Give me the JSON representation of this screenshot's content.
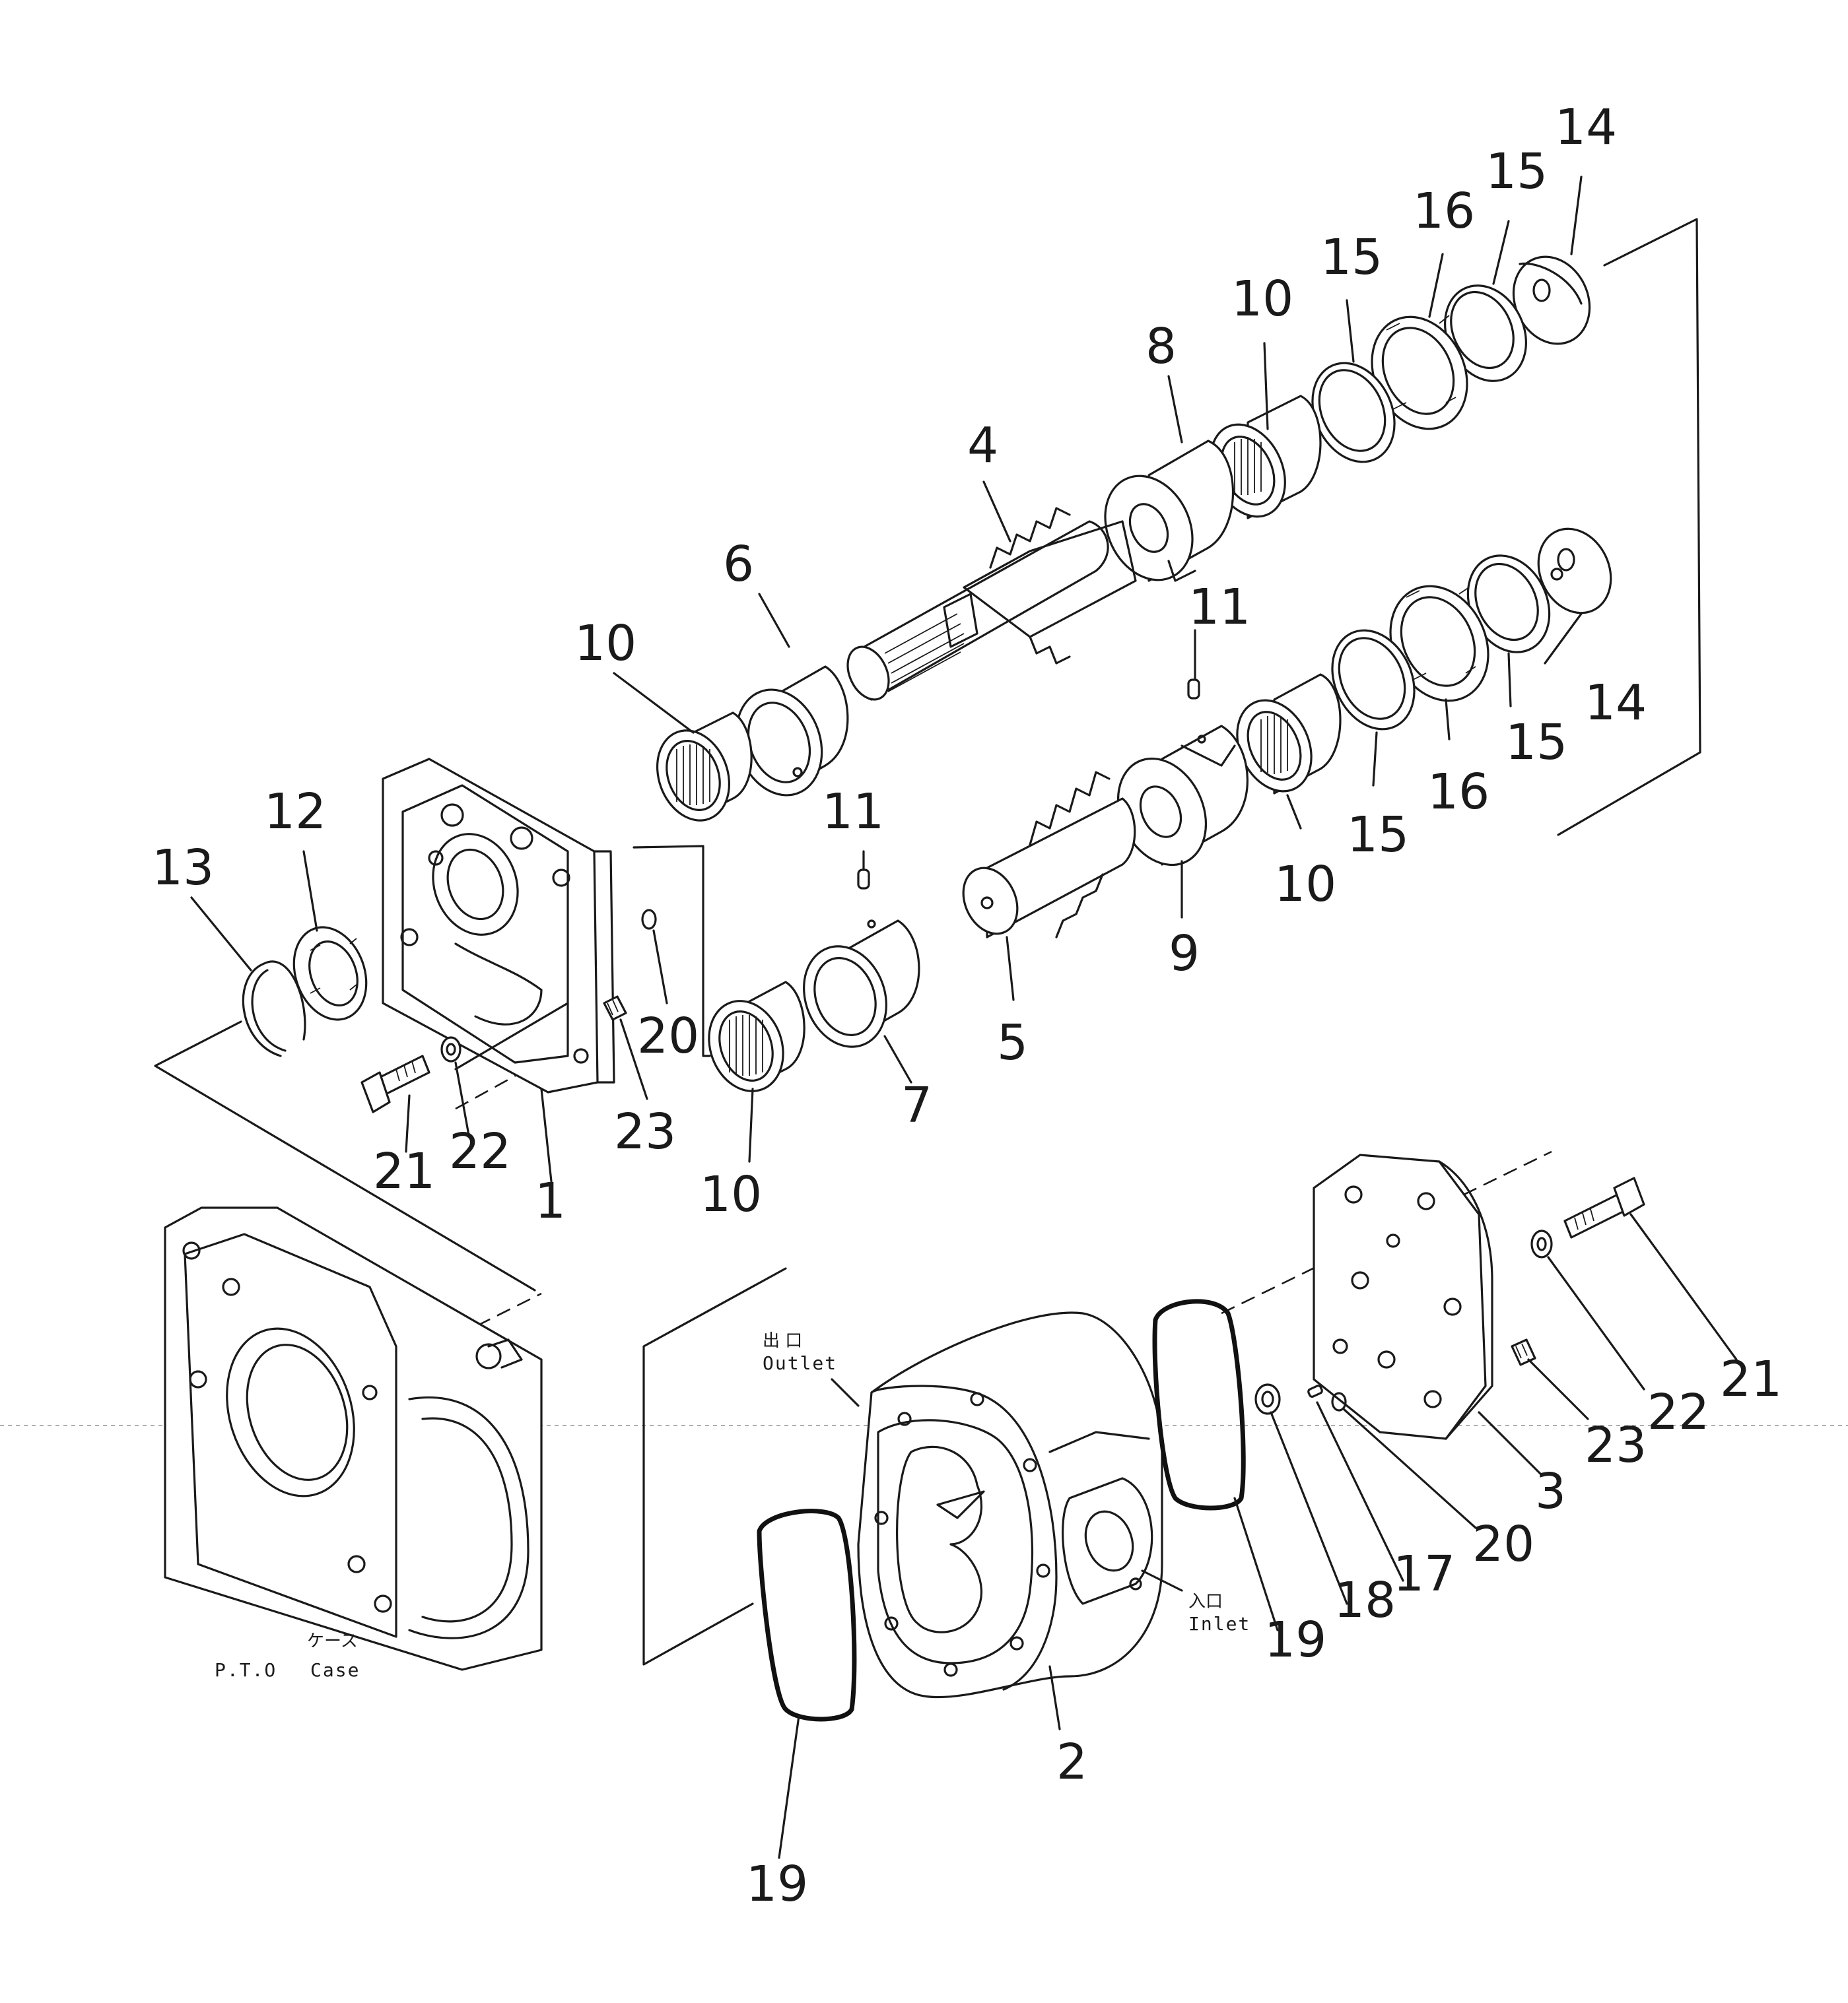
{
  "callouts": [
    {
      "id": "c14a",
      "text": "14"
    },
    {
      "id": "c15a",
      "text": "15"
    },
    {
      "id": "c16a",
      "text": "16"
    },
    {
      "id": "c15b",
      "text": "15"
    },
    {
      "id": "c10a",
      "text": "10"
    },
    {
      "id": "c8",
      "text": "8"
    },
    {
      "id": "c4",
      "text": "4"
    },
    {
      "id": "c6",
      "text": "6"
    },
    {
      "id": "c10b",
      "text": "10"
    },
    {
      "id": "c11a",
      "text": "11"
    },
    {
      "id": "c14b",
      "text": "14"
    },
    {
      "id": "c15c",
      "text": "15"
    },
    {
      "id": "c16b",
      "text": "16"
    },
    {
      "id": "c15d",
      "text": "15"
    },
    {
      "id": "c10c",
      "text": "10"
    },
    {
      "id": "c9",
      "text": "9"
    },
    {
      "id": "c5",
      "text": "5"
    },
    {
      "id": "c12",
      "text": "12"
    },
    {
      "id": "c13",
      "text": "13"
    },
    {
      "id": "c11b",
      "text": "11"
    },
    {
      "id": "c20a",
      "text": "20"
    },
    {
      "id": "c7",
      "text": "7"
    },
    {
      "id": "c23a",
      "text": "23"
    },
    {
      "id": "c21a",
      "text": "21"
    },
    {
      "id": "c22a",
      "text": "22"
    },
    {
      "id": "c1",
      "text": "1"
    },
    {
      "id": "c10d",
      "text": "10"
    },
    {
      "id": "c21b",
      "text": "21"
    },
    {
      "id": "c22b",
      "text": "22"
    },
    {
      "id": "c23b",
      "text": "23"
    },
    {
      "id": "c3",
      "text": "3"
    },
    {
      "id": "c20b",
      "text": "20"
    },
    {
      "id": "c17",
      "text": "17"
    },
    {
      "id": "c18",
      "text": "18"
    },
    {
      "id": "c19a",
      "text": "19"
    },
    {
      "id": "c2",
      "text": "2"
    },
    {
      "id": "c19b",
      "text": "19"
    }
  ],
  "labels": {
    "outlet_jp": "出 口",
    "outlet": "Outlet",
    "inlet_jp": "入口",
    "inlet": "Inlet",
    "case_jp": "ケース",
    "pto": "P.T.O",
    "case": "Case"
  }
}
